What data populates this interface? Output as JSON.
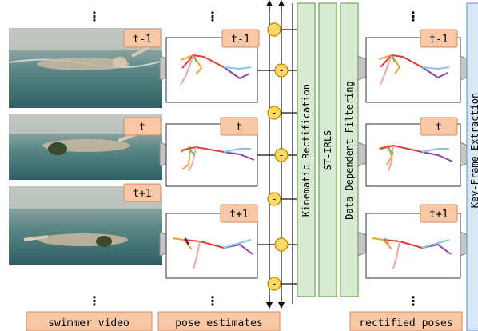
{
  "colors": {
    "label_fill": "#f8c7a6",
    "label_stroke": "#d98a5a",
    "module_fill": "#d9ead3",
    "module_stroke": "#6aa84f",
    "keyframe_fill": "#dbe8f6",
    "keyframe_stroke": "#6d9eeb",
    "diff_fill": "#ffd966",
    "diff_stroke": "#b68b00",
    "water": "#4f7f80",
    "pose_red": "#e53935",
    "pose_orange": "#f0a030",
    "pose_purple": "#8e44ad",
    "pose_lightblue": "#88c5e0",
    "pose_pink": "#f4a3a8",
    "pose_green": "#66bb6a"
  },
  "frames": {
    "prev": "t-1",
    "curr": "t",
    "next": "t+1"
  },
  "modules": {
    "kinematic": "Kinematic Rectification",
    "stirls": "ST-IRLS",
    "filtering": "Data Dependent Filtering",
    "keyframe": "Key-Frame Extraction"
  },
  "ellipsis": "⋮",
  "diff_symbol": "-",
  "captions": {
    "video": "swimmer video",
    "poses": "pose estimates",
    "rectified": "rectified poses"
  }
}
